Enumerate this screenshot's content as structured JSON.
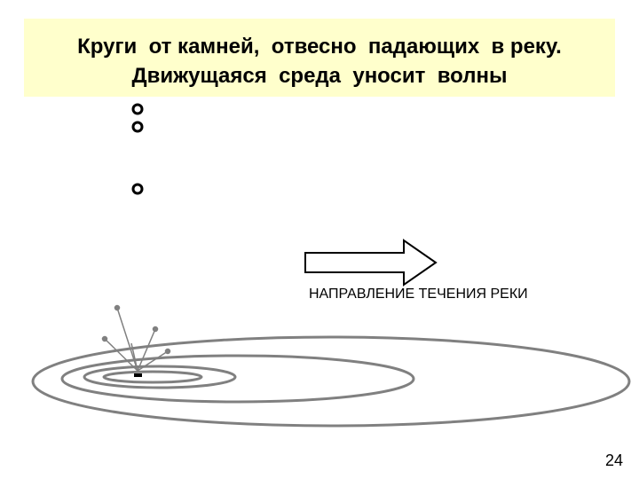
{
  "slide": {
    "title_line_1": "Круги  от камней,  отвесно  падающих  в реку.",
    "title_line_2": "Движущаяся  среда  уносит  волны",
    "arrow_caption": "НАПРАВЛЕНИЕ ТЕЧЕНИЯ РЕКИ",
    "page_number": "24"
  },
  "colors": {
    "title_background": "#ffffcc",
    "ripple_stroke": "#808080",
    "stone_stroke": "#000000"
  },
  "icons": {
    "current_arrow": "right-arrow-outline",
    "stone": "small-ring",
    "splash": "splash-rays"
  }
}
